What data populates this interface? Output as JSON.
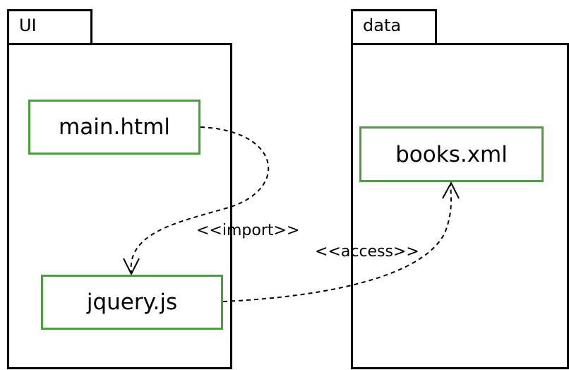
{
  "diagram": {
    "packages": [
      {
        "id": "ui",
        "label": "UI"
      },
      {
        "id": "data",
        "label": "data"
      }
    ],
    "files": [
      {
        "id": "main",
        "label": "main.html",
        "package": "UI"
      },
      {
        "id": "jquery",
        "label": "jquery.js",
        "package": "UI"
      },
      {
        "id": "books",
        "label": "books.xml",
        "package": "data"
      }
    ],
    "dependencies": [
      {
        "from": "main.html",
        "to": "jquery.js",
        "stereotype": "<<import>>"
      },
      {
        "from": "jquery.js",
        "to": "books.xml",
        "stereotype": "<<access>>"
      }
    ],
    "colors": {
      "package_border": "#000000",
      "file_border": "#4aa03a",
      "arrow": "#000000"
    }
  }
}
